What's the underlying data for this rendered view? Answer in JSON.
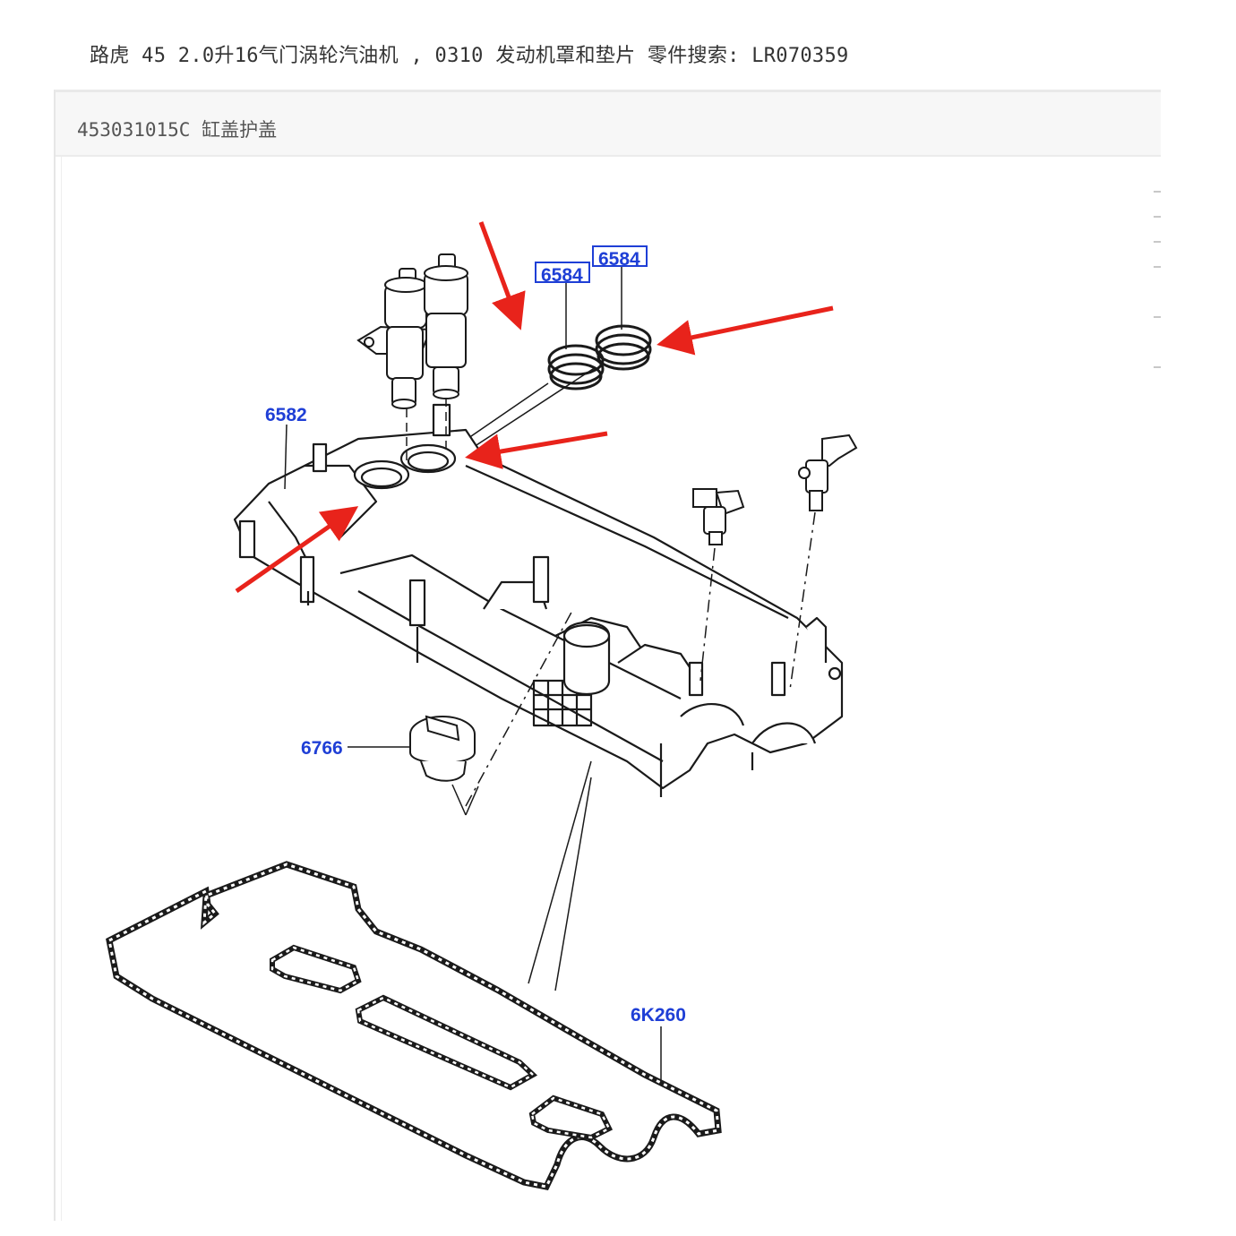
{
  "page": {
    "title": "路虎 45 2.0升16气门涡轮汽油机 , 0310 发动机罩和垫片 零件搜索: LR070359"
  },
  "panel": {
    "title": "453031015C 缸盖护盖"
  },
  "diagram": {
    "callouts": [
      {
        "label": "6582"
      },
      {
        "label": "6584"
      },
      {
        "label": "6584"
      },
      {
        "label": "6766"
      },
      {
        "label": "6K260"
      }
    ],
    "colors": {
      "callout_text": "#1f3fd6",
      "arrow": "#e8231b",
      "line_art": "#1a1a1a"
    }
  }
}
